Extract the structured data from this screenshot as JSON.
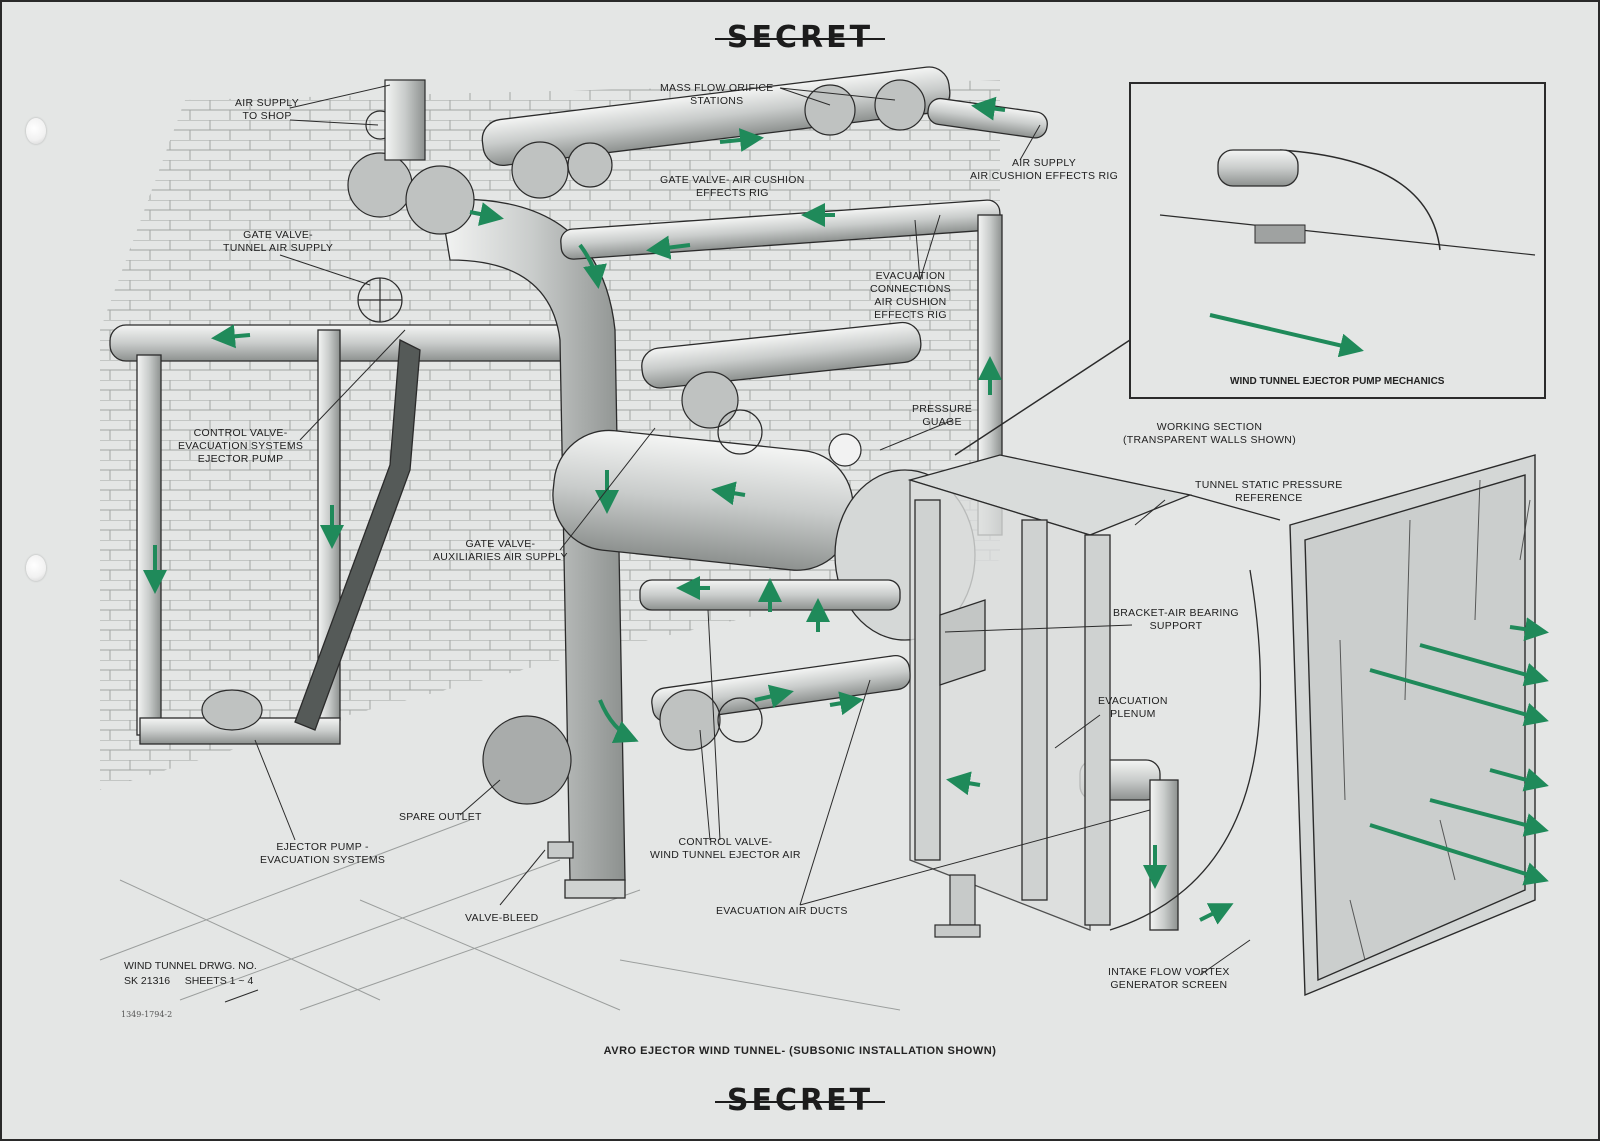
{
  "header": {
    "classification_top": "SECRET"
  },
  "footer": {
    "classification_bottom": "SECRET"
  },
  "caption": "AVRO EJECTOR WIND TUNNEL- (SUBSONIC INSTALLATION SHOWN)",
  "drawing_reference": {
    "line1": "WIND TUNNEL DRWG. NO.",
    "line2": "SK 21316     SHEETS 1 ~ 4",
    "stamp": "1349-1794-2"
  },
  "inset": {
    "title": "WIND TUNNEL EJECTOR PUMP MECHANICS"
  },
  "labels": {
    "air_supply_shop": [
      "AIR SUPPLY",
      "TO SHOP"
    ],
    "mass_flow": [
      "MASS  FLOW ORIFICE",
      "STATIONS"
    ],
    "air_supply_rig": [
      "AIR SUPPLY",
      "AIR CUSHION EFFECTS RIG"
    ],
    "gate_valve_cushion": [
      "GATE VALVE- AIR CUSHION",
      "EFFECTS RIG"
    ],
    "gate_valve_tunnel": [
      "GATE VALVE-",
      "TUNNEL AIR SUPPLY"
    ],
    "evacuation_connections": [
      "EVACUATION",
      "CONNECTIONS",
      "AIR CUSHION",
      "EFFECTS RIG"
    ],
    "pressure_guage": [
      "PRESSURE",
      "GUAGE"
    ],
    "control_valve_evac": [
      "CONTROL VALVE-",
      "EVACUATION SYSTEMS",
      "EJECTOR PUMP"
    ],
    "gate_valve_aux": [
      "GATE VALVE-",
      "AUXILIARIES AIR SUPPLY"
    ],
    "working_section": [
      "WORKING SECTION",
      "(TRANSPARENT WALLS SHOWN)"
    ],
    "tunnel_static": [
      "TUNNEL STATIC PRESSURE",
      "REFERENCE"
    ],
    "bracket": [
      "BRACKET-AIR BEARING",
      "SUPPORT"
    ],
    "evacuation_plenum": [
      "EVACUATION",
      "PLENUM"
    ],
    "spare_outlet": [
      "SPARE OUTLET"
    ],
    "ejector_pump": [
      "EJECTOR PUMP -",
      "EVACUATION SYSTEMS"
    ],
    "control_valve_wind": [
      "CONTROL VALVE-",
      "WIND TUNNEL EJECTOR AIR"
    ],
    "valve_bleed": [
      "VALVE-BLEED"
    ],
    "evacuation_ducts": [
      "EVACUATION  AIR DUCTS"
    ],
    "intake_screen": [
      "INTAKE FLOW VORTEX",
      "GENERATOR SCREEN"
    ]
  },
  "colors": {
    "flow_arrow": "#1f8a5a",
    "line": "#2b2b2b",
    "paper": "#e4e6e5"
  }
}
